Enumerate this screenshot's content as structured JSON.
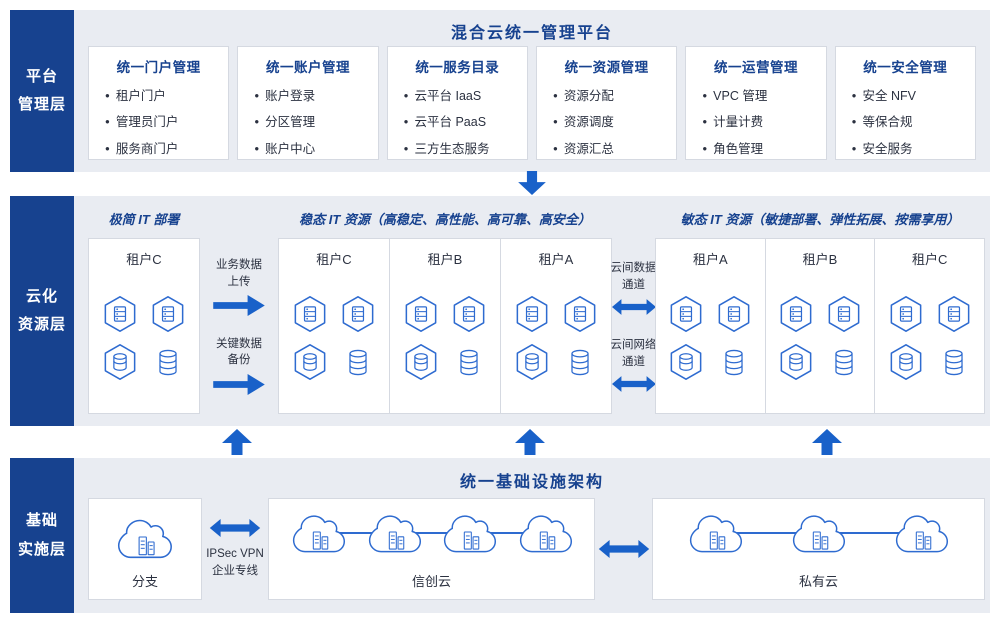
{
  "platform_layer": {
    "label_lines": [
      "平台",
      "管理层"
    ],
    "title": "混合云统一管理平台",
    "modules": [
      {
        "title": "统一门户管理",
        "items": [
          "租户门户",
          "管理员门户",
          "服务商门户"
        ]
      },
      {
        "title": "统一账户管理",
        "items": [
          "账户登录",
          "分区管理",
          "账户中心"
        ]
      },
      {
        "title": "统一服务目录",
        "items": [
          "云平台 IaaS",
          "云平台 PaaS",
          "三方生态服务"
        ]
      },
      {
        "title": "统一资源管理",
        "items": [
          "资源分配",
          "资源调度",
          "资源汇总"
        ]
      },
      {
        "title": "统一运营管理",
        "items": [
          "VPC 管理",
          "计量计费",
          "角色管理"
        ]
      },
      {
        "title": "统一安全管理",
        "items": [
          "安全 NFV",
          "等保合规",
          "安全服务"
        ]
      }
    ]
  },
  "cloud_layer": {
    "label_lines": [
      "云化",
      "资源层"
    ],
    "headers": {
      "left": "极简 IT 部署",
      "middle": "稳态 IT 资源（高稳定、高性能、高可靠、高安全）",
      "right": "敏态 IT 资源（敏捷部署、弹性拓展、按需享用）"
    },
    "left_box": {
      "tenant": "租户C"
    },
    "flows": [
      {
        "line1": "业务数据",
        "line2": "上传"
      },
      {
        "line1": "关键数据",
        "line2": "备份"
      }
    ],
    "middle_group": {
      "tenants": [
        "租户C",
        "租户B",
        "租户A"
      ]
    },
    "channels": [
      {
        "line1": "云间数据",
        "line2": "通道"
      },
      {
        "line1": "云间网络",
        "line2": "通道"
      }
    ],
    "right_group": {
      "tenants": [
        "租户A",
        "租户B",
        "租户C"
      ]
    }
  },
  "infra_layer": {
    "label_lines": [
      "基础",
      "实施层"
    ],
    "title": "统一基础设施架构",
    "branch": {
      "label": "分支"
    },
    "vpn": {
      "line1": "IPSec VPN",
      "line2": "企业专线"
    },
    "xinchuang": {
      "label": "信创云",
      "cloud_count": 4
    },
    "private": {
      "label": "私有云",
      "cloud_count": 3
    }
  },
  "colors": {
    "layer_label_bg": "#17428F",
    "band_bg": "#E9ECF2",
    "title_blue": "#17428F",
    "accent_arrow": "#1961C9",
    "icon_stroke": "#2E6BD0",
    "text_dark": "#2B3140",
    "box_border": "#D5D9E1"
  }
}
